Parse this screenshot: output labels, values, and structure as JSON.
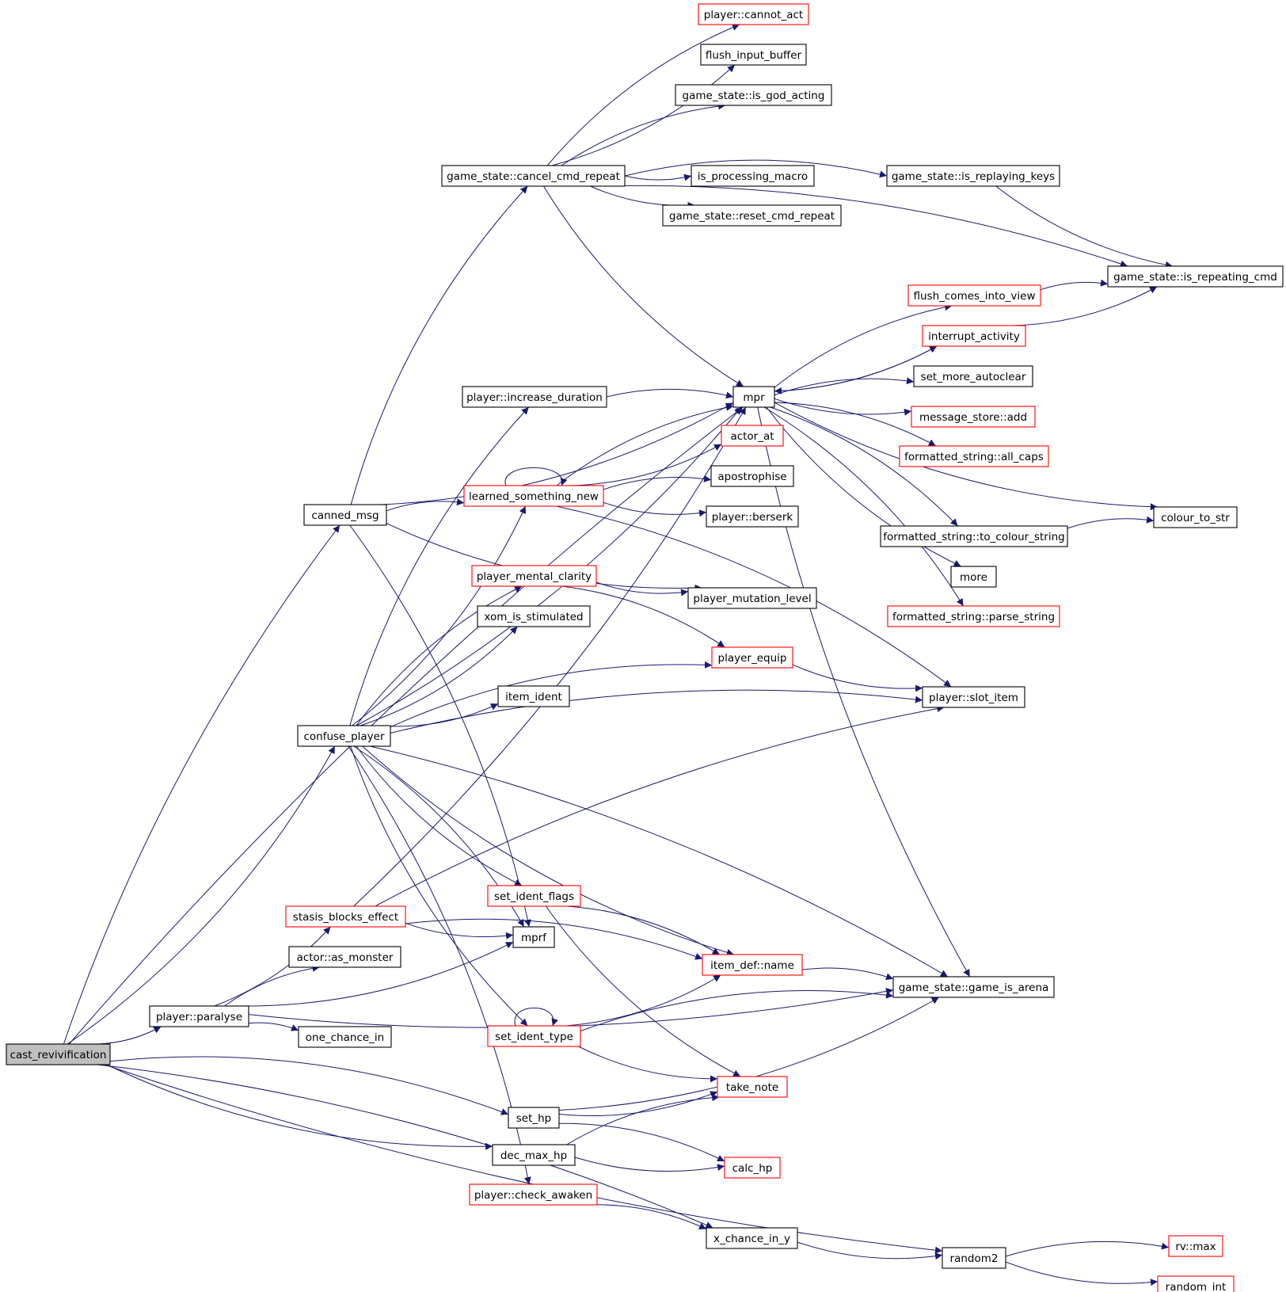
{
  "colors": {
    "root_fill": "#bfbfbf",
    "normal_border": "#000000",
    "truncated_border": "#ff0000",
    "edge": "#191970"
  },
  "nodes": [
    {
      "id": "cast_revivification",
      "label": "cast_revivification",
      "style": "root"
    },
    {
      "id": "canned_msg",
      "label": "canned_msg",
      "style": "normal"
    },
    {
      "id": "confuse_player",
      "label": "confuse_player",
      "style": "normal"
    },
    {
      "id": "stasis_blocks_effect",
      "label": "stasis_blocks_effect",
      "style": "truncated"
    },
    {
      "id": "actor_as_monster",
      "label": "actor::as_monster",
      "style": "normal"
    },
    {
      "id": "player_paralyse",
      "label": "player::paralyse",
      "style": "normal"
    },
    {
      "id": "one_chance_in",
      "label": "one_chance_in",
      "style": "normal"
    },
    {
      "id": "cancel_cmd_repeat",
      "label": "game_state::cancel_cmd_repeat",
      "style": "normal"
    },
    {
      "id": "player_increase_duration",
      "label": "player::increase_duration",
      "style": "normal"
    },
    {
      "id": "learned_something_new",
      "label": "learned_something_new",
      "style": "truncated"
    },
    {
      "id": "player_mental_clarity",
      "label": "player_mental_clarity",
      "style": "truncated"
    },
    {
      "id": "xom_is_stimulated",
      "label": "xom_is_stimulated",
      "style": "normal"
    },
    {
      "id": "item_ident",
      "label": "item_ident",
      "style": "normal"
    },
    {
      "id": "set_ident_flags",
      "label": "set_ident_flags",
      "style": "truncated"
    },
    {
      "id": "mprf",
      "label": "mprf",
      "style": "normal"
    },
    {
      "id": "set_ident_type",
      "label": "set_ident_type",
      "style": "truncated"
    },
    {
      "id": "set_hp",
      "label": "set_hp",
      "style": "normal"
    },
    {
      "id": "dec_max_hp",
      "label": "dec_max_hp",
      "style": "normal"
    },
    {
      "id": "player_check_awaken",
      "label": "player::check_awaken",
      "style": "truncated"
    },
    {
      "id": "player_cannot_act",
      "label": "player::cannot_act",
      "style": "truncated"
    },
    {
      "id": "flush_input_buffer",
      "label": "flush_input_buffer",
      "style": "normal"
    },
    {
      "id": "is_god_acting",
      "label": "game_state::is_god_acting",
      "style": "normal"
    },
    {
      "id": "is_processing_macro",
      "label": "is_processing_macro",
      "style": "normal"
    },
    {
      "id": "reset_cmd_repeat",
      "label": "game_state::reset_cmd_repeat",
      "style": "normal"
    },
    {
      "id": "mpr",
      "label": "mpr",
      "style": "normal"
    },
    {
      "id": "actor_at",
      "label": "actor_at",
      "style": "truncated"
    },
    {
      "id": "apostrophise",
      "label": "apostrophise",
      "style": "normal"
    },
    {
      "id": "player_berserk",
      "label": "player::berserk",
      "style": "normal"
    },
    {
      "id": "player_mutation_level",
      "label": "player_mutation_level",
      "style": "normal"
    },
    {
      "id": "player_equip",
      "label": "player_equip",
      "style": "truncated"
    },
    {
      "id": "item_def_name",
      "label": "item_def::name",
      "style": "truncated"
    },
    {
      "id": "take_note",
      "label": "take_note",
      "style": "truncated"
    },
    {
      "id": "calc_hp",
      "label": "calc_hp",
      "style": "truncated"
    },
    {
      "id": "x_chance_in_y",
      "label": "x_chance_in_y",
      "style": "normal"
    },
    {
      "id": "is_replaying_keys",
      "label": "game_state::is_replaying_keys",
      "style": "normal"
    },
    {
      "id": "flush_comes_into_view",
      "label": "flush_comes_into_view",
      "style": "truncated"
    },
    {
      "id": "interrupt_activity",
      "label": "interrupt_activity",
      "style": "truncated"
    },
    {
      "id": "set_more_autoclear",
      "label": "set_more_autoclear",
      "style": "normal"
    },
    {
      "id": "message_store_add",
      "label": "message_store::add",
      "style": "truncated"
    },
    {
      "id": "formatted_string_all_caps",
      "label": "formatted_string::all_caps",
      "style": "truncated"
    },
    {
      "id": "to_colour_string",
      "label": "formatted_string::to_colour_string",
      "style": "normal"
    },
    {
      "id": "more",
      "label": "more",
      "style": "normal"
    },
    {
      "id": "parse_string",
      "label": "formatted_string::parse_string",
      "style": "truncated"
    },
    {
      "id": "player_slot_item",
      "label": "player::slot_item",
      "style": "normal"
    },
    {
      "id": "game_is_arena",
      "label": "game_state::game_is_arena",
      "style": "normal"
    },
    {
      "id": "random2",
      "label": "random2",
      "style": "normal"
    },
    {
      "id": "is_repeating_cmd",
      "label": "game_state::is_repeating_cmd",
      "style": "normal"
    },
    {
      "id": "colour_to_str",
      "label": "colour_to_str",
      "style": "normal"
    },
    {
      "id": "rv_max",
      "label": "rv::max",
      "style": "truncated"
    },
    {
      "id": "random_int",
      "label": "random_int",
      "style": "truncated"
    }
  ],
  "edges": [
    [
      "cast_revivification",
      "canned_msg"
    ],
    [
      "cast_revivification",
      "confuse_player"
    ],
    [
      "cast_revivification",
      "mpr"
    ],
    [
      "cast_revivification",
      "player_paralyse"
    ],
    [
      "cast_revivification",
      "set_hp"
    ],
    [
      "cast_revivification",
      "dec_max_hp"
    ],
    [
      "cast_revivification",
      "x_chance_in_y"
    ],
    [
      "cast_revivification",
      "random2"
    ],
    [
      "canned_msg",
      "cancel_cmd_repeat"
    ],
    [
      "canned_msg",
      "mpr"
    ],
    [
      "canned_msg",
      "learned_something_new"
    ],
    [
      "canned_msg",
      "player_mutation_level"
    ],
    [
      "canned_msg",
      "mprf"
    ],
    [
      "confuse_player",
      "mpr"
    ],
    [
      "confuse_player",
      "player_increase_duration"
    ],
    [
      "confuse_player",
      "learned_something_new"
    ],
    [
      "confuse_player",
      "player_mental_clarity"
    ],
    [
      "confuse_player",
      "xom_is_stimulated"
    ],
    [
      "confuse_player",
      "player_equip"
    ],
    [
      "confuse_player",
      "item_ident"
    ],
    [
      "confuse_player",
      "player_slot_item"
    ],
    [
      "confuse_player",
      "set_ident_flags"
    ],
    [
      "confuse_player",
      "mprf"
    ],
    [
      "confuse_player",
      "item_def_name"
    ],
    [
      "confuse_player",
      "game_is_arena"
    ],
    [
      "confuse_player",
      "set_ident_type"
    ],
    [
      "confuse_player",
      "player_check_awaken"
    ],
    [
      "stasis_blocks_effect",
      "mpr"
    ],
    [
      "stasis_blocks_effect",
      "player_slot_item"
    ],
    [
      "stasis_blocks_effect",
      "mprf"
    ],
    [
      "stasis_blocks_effect",
      "item_def_name"
    ],
    [
      "player_paralyse",
      "stasis_blocks_effect"
    ],
    [
      "player_paralyse",
      "actor_as_monster"
    ],
    [
      "player_paralyse",
      "mprf"
    ],
    [
      "player_paralyse",
      "one_chance_in"
    ],
    [
      "player_paralyse",
      "game_is_arena"
    ],
    [
      "cancel_cmd_repeat",
      "player_cannot_act"
    ],
    [
      "cancel_cmd_repeat",
      "flush_input_buffer"
    ],
    [
      "cancel_cmd_repeat",
      "is_god_acting"
    ],
    [
      "cancel_cmd_repeat",
      "is_processing_macro"
    ],
    [
      "cancel_cmd_repeat",
      "is_replaying_keys"
    ],
    [
      "cancel_cmd_repeat",
      "reset_cmd_repeat"
    ],
    [
      "cancel_cmd_repeat",
      "is_repeating_cmd"
    ],
    [
      "cancel_cmd_repeat",
      "mpr"
    ],
    [
      "player_increase_duration",
      "mpr"
    ],
    [
      "learned_something_new",
      "learned_something_new"
    ],
    [
      "learned_something_new",
      "mpr"
    ],
    [
      "learned_something_new",
      "actor_at"
    ],
    [
      "learned_something_new",
      "apostrophise"
    ],
    [
      "learned_something_new",
      "player_berserk"
    ],
    [
      "learned_something_new",
      "player_slot_item"
    ],
    [
      "player_mental_clarity",
      "player_mutation_level"
    ],
    [
      "player_mental_clarity",
      "player_equip"
    ],
    [
      "player_equip",
      "player_slot_item"
    ],
    [
      "set_ident_flags",
      "item_def_name"
    ],
    [
      "set_ident_flags",
      "take_note"
    ],
    [
      "set_ident_type",
      "set_ident_type"
    ],
    [
      "set_ident_type",
      "item_def_name"
    ],
    [
      "set_ident_type",
      "game_is_arena"
    ],
    [
      "set_ident_type",
      "take_note"
    ],
    [
      "item_def_name",
      "game_is_arena"
    ],
    [
      "set_hp",
      "take_note"
    ],
    [
      "set_hp",
      "calc_hp"
    ],
    [
      "set_hp",
      "game_is_arena"
    ],
    [
      "dec_max_hp",
      "take_note"
    ],
    [
      "dec_max_hp",
      "calc_hp"
    ],
    [
      "player_check_awaken",
      "x_chance_in_y"
    ],
    [
      "x_chance_in_y",
      "random2"
    ],
    [
      "random2",
      "rv_max"
    ],
    [
      "random2",
      "random_int"
    ],
    [
      "mpr",
      "flush_comes_into_view"
    ],
    [
      "mpr",
      "interrupt_activity"
    ],
    [
      "mpr",
      "set_more_autoclear"
    ],
    [
      "mpr",
      "message_store_add"
    ],
    [
      "mpr",
      "formatted_string_all_caps"
    ],
    [
      "mpr",
      "colour_to_str"
    ],
    [
      "mpr",
      "to_colour_string"
    ],
    [
      "mpr",
      "more"
    ],
    [
      "mpr",
      "parse_string"
    ],
    [
      "mpr",
      "game_is_arena"
    ],
    [
      "interrupt_activity",
      "mpr"
    ],
    [
      "interrupt_activity",
      "is_repeating_cmd"
    ],
    [
      "flush_comes_into_view",
      "is_repeating_cmd"
    ],
    [
      "is_replaying_keys",
      "is_repeating_cmd"
    ],
    [
      "to_colour_string",
      "colour_to_str"
    ]
  ]
}
